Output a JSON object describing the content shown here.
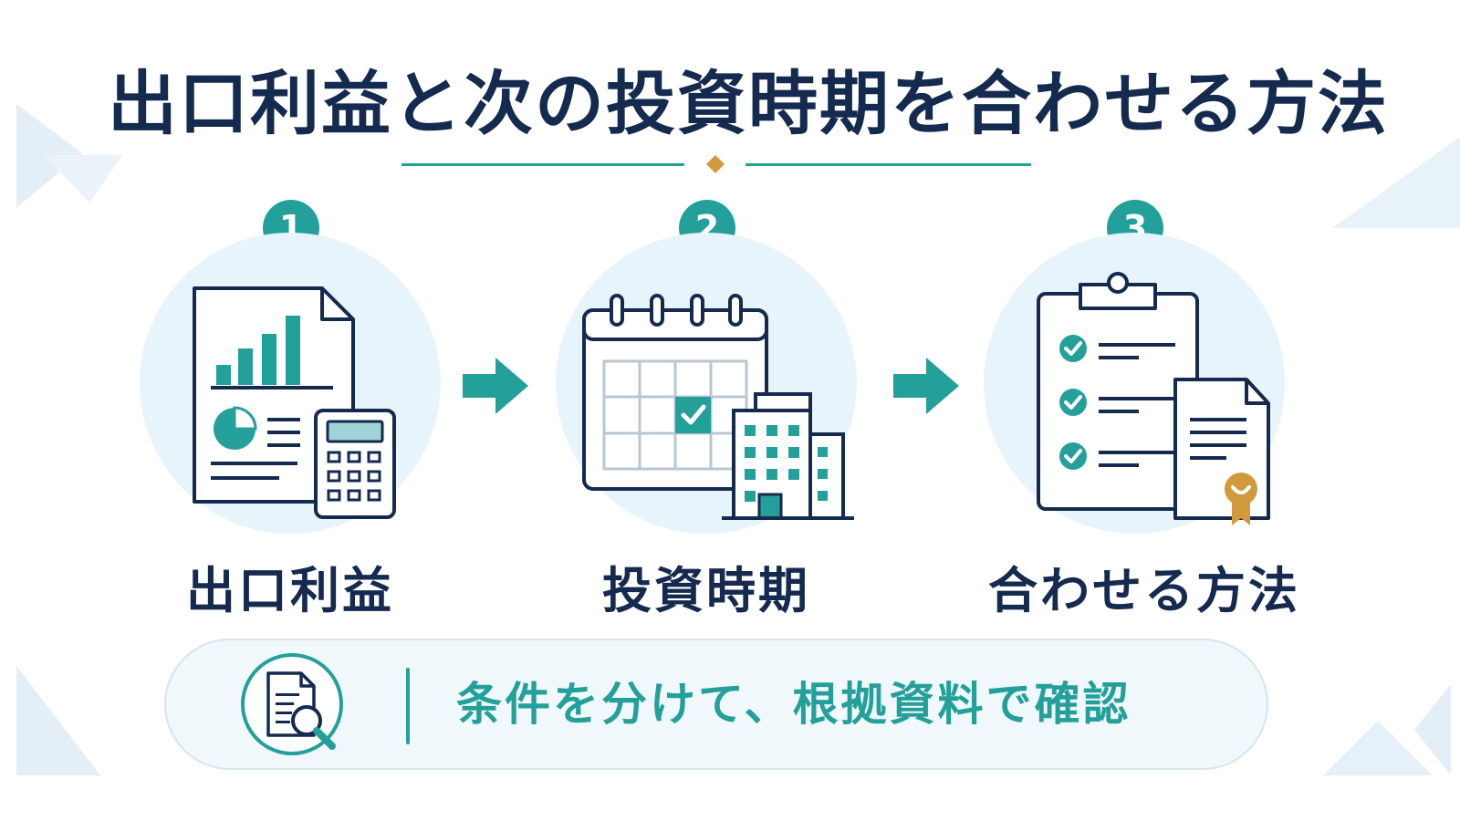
{
  "title": "出口利益と次の投資時期を合わせる方法",
  "colors": {
    "navy": "#152a4f",
    "teal": "#24a09b",
    "gold": "#d19a3c",
    "circle_bg": "#e8f4fb",
    "grid": "#b9c6d3",
    "deco": "#e3eef7"
  },
  "steps": [
    {
      "number": "1",
      "label": "出口利益",
      "icon": "financial-report-calculator-icon"
    },
    {
      "number": "2",
      "label": "投資時期",
      "icon": "calendar-building-icon"
    },
    {
      "number": "3",
      "label": "合わせる方法",
      "icon": "checklist-certificate-icon"
    }
  ],
  "tip": {
    "icon": "document-magnifier-icon",
    "text": "条件を分けて、根拠資料で確認"
  }
}
